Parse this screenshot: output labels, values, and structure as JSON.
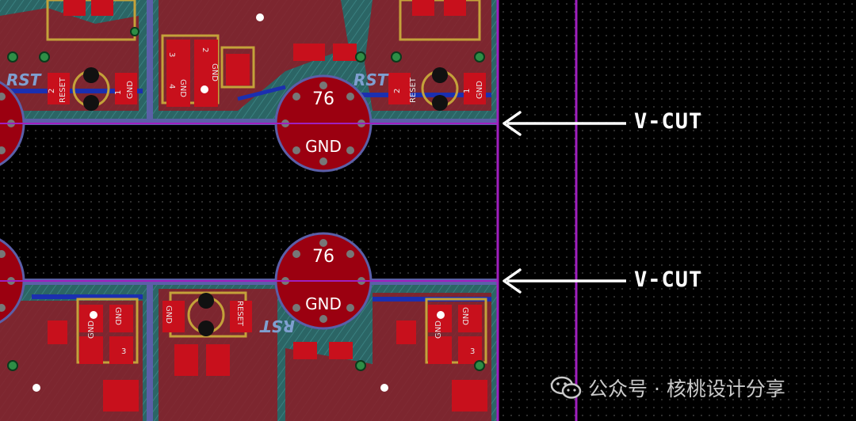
{
  "annotations": {
    "top_cut_label": "V-CUT",
    "bottom_cut_label": "V-CUT"
  },
  "holes": {
    "top_number": "76",
    "top_net": "GND",
    "bottom_number": "76",
    "bottom_net": "GND"
  },
  "components": {
    "reset_left": "RESET",
    "reset_right": "RESET",
    "reset_bottom": "RESET",
    "pin_1": "1",
    "pin_2": "2",
    "pin_3": "3",
    "pin_4": "4",
    "gnd": "GND",
    "rst": "RST"
  },
  "watermark": {
    "text": "公众号 · 核桃设计分享",
    "icon": "wechat-icon"
  },
  "colors": {
    "board_outline": "#a01fbf",
    "copper_red": "#b00012",
    "fill_teal": "#2c6e6e",
    "silkscreen": "#c4a23a",
    "background": "#000000"
  }
}
